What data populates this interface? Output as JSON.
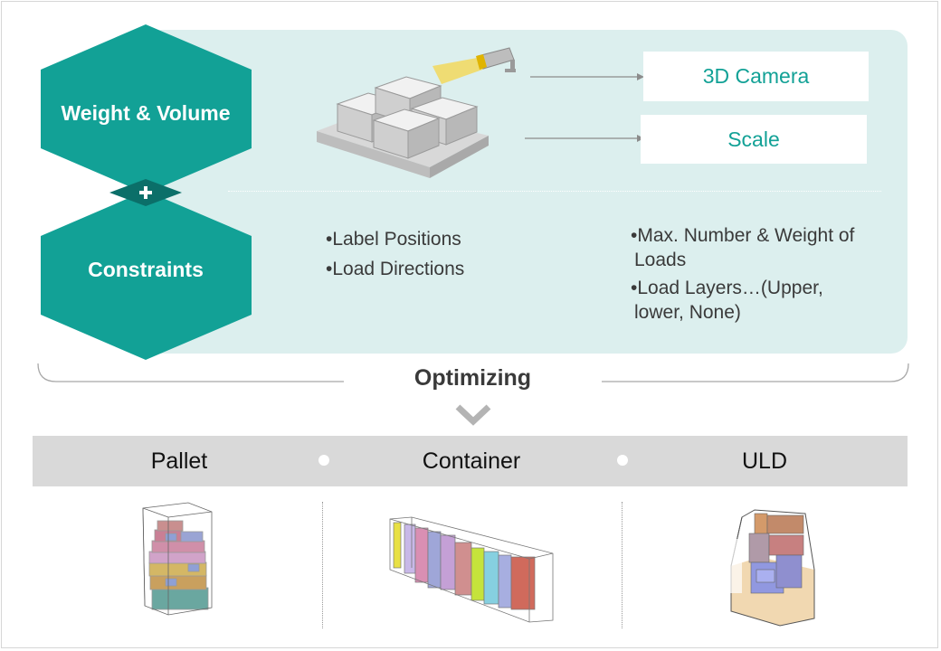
{
  "inputs": {
    "weight_volume": "Weight & Volume",
    "constraints": "Constraints",
    "plus_icon": "plus-icon"
  },
  "devices": {
    "camera": "3D Camera",
    "scale": "Scale"
  },
  "constraints_left": [
    "•Label Positions",
    "•Load Directions"
  ],
  "constraints_right": [
    "•Max. Number & Weight of",
    " Loads",
    "•Load Layers…(Upper,",
    " lower, None)"
  ],
  "process": "Optimizing",
  "outputs": [
    "Pallet",
    "Container",
    "ULD"
  ],
  "colors": {
    "teal": "#12a196",
    "panel": "#dcefee",
    "bar": "#d9d9d9"
  }
}
